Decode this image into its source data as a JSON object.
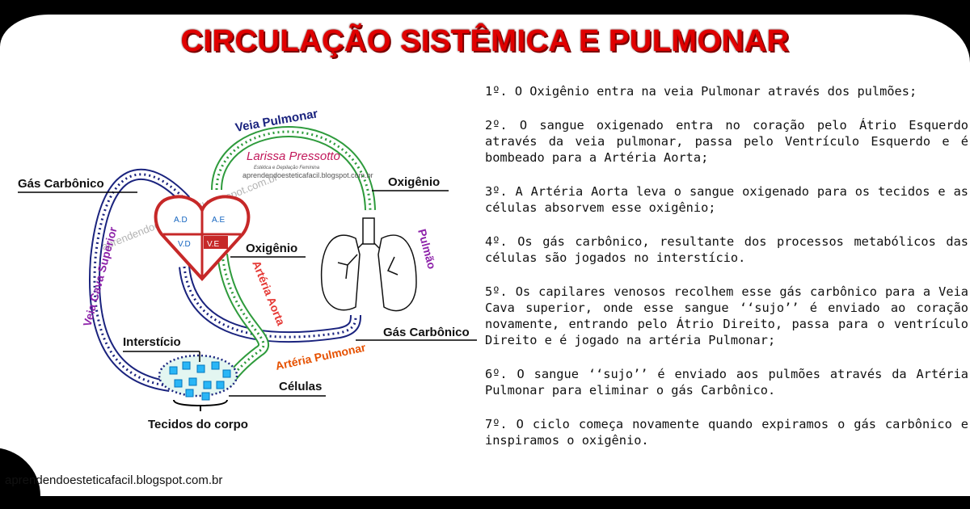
{
  "title": "CIRCULAÇÃO SISTÊMICA E PULMONAR",
  "diagram": {
    "labels": {
      "veia_pulmonar": "Veia Pulmonar",
      "gas_carbonico_top": "Gás Carbônico",
      "oxigenio_top": "Oxigênio",
      "veia_cava_superior": "Veia Cava Superior",
      "pulmao": "Pulmão",
      "oxigenio_mid": "Oxigênio",
      "arteria_aorta": "Artéria Aorta",
      "gas_carbonico_bottom": "Gás Carbônico",
      "intersticio": "Interstício",
      "arteria_pulmonar": "Artéria Pulmonar",
      "celulas": "Células",
      "tecidos_do_corpo": "Tecidos do corpo"
    },
    "heart": {
      "ad": "A.D",
      "ae": "A.E",
      "vd": "V.D",
      "ve": "V.E"
    },
    "watermark": {
      "signature": "Larissa Pressotto",
      "subtitle": "Estética e Depilação Feminina",
      "url": "aprendendoesteticafacil.blogspot.com.br",
      "diagonal": "aprendendoesteticafacil.blogspot.com.br"
    },
    "colors": {
      "oxygenated": "#2e9b3c",
      "deoxygenated": "#1a237e",
      "heart": "#c62828",
      "purple": "#8e24aa",
      "orange": "#e65100",
      "title": "#e00000"
    }
  },
  "steps": [
    "1º. O Oxigênio entra na veia Pulmonar através dos pulmões;",
    "2º. O sangue oxigenado entra no coração pelo Átrio Esquerdo através da veia pulmonar, passa pelo Ventrículo Esquerdo e é bombeado para a Artéria Aorta;",
    "3º. A Artéria Aorta leva o sangue oxigenado para os tecidos e as células absorvem esse oxigênio;",
    "4º. Os gás carbônico, resultante dos processos metabólicos das células são jogados no interstício.",
    "5º. Os capilares venosos recolhem esse gás carbônico para a Veia Cava superior, onde esse sangue ‘‘sujo’’ é enviado ao coração novamente, entrando pelo Átrio Direito, passa para o ventrículo Direito e é jogado na artéria Pulmonar;",
    "6º. O sangue ‘‘sujo’’ é enviado aos pulmões através da Artéria Pulmonar para eliminar o gás Carbônico.",
    "7º. O ciclo começa novamente quando expiramos o gás carbônico e inspiramos o oxigênio."
  ],
  "footer": "aprendendoesteticafacil.blogspot.com.br"
}
